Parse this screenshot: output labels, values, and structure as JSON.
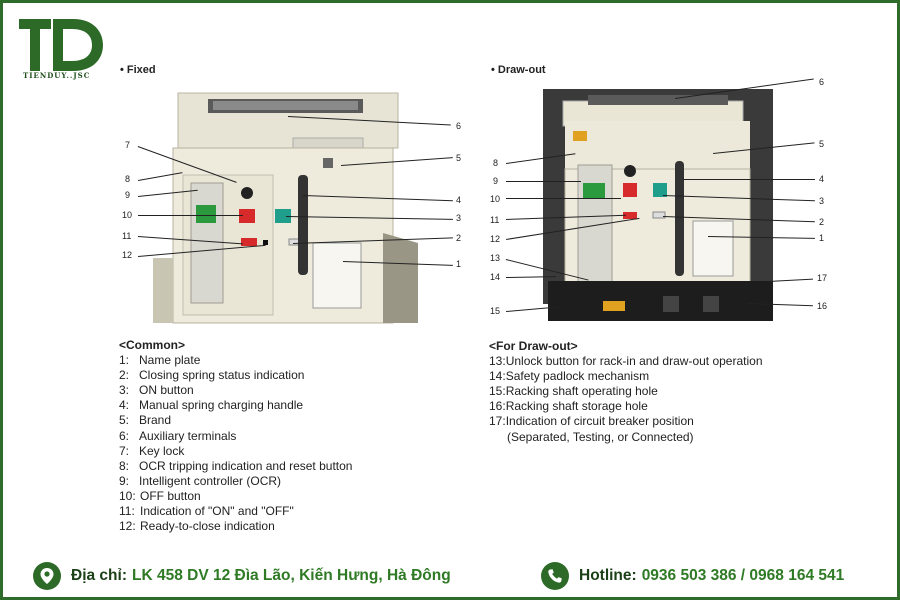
{
  "brand": {
    "logo_letters": "TD",
    "caption": "TIENDUY..JSC",
    "brand_color": "#2d6a27"
  },
  "fixed": {
    "title": "• Fixed"
  },
  "drawout": {
    "title": "• Draw-out"
  },
  "callouts_fixed": [
    "7",
    "8",
    "9",
    "10",
    "11",
    "12",
    "6",
    "5",
    "4",
    "3",
    "2",
    "1"
  ],
  "callouts_drawout": [
    "6",
    "5",
    "4",
    "3",
    "2",
    "1",
    "8",
    "9",
    "10",
    "11",
    "12",
    "13",
    "14",
    "15",
    "17",
    "16"
  ],
  "common": {
    "heading": "<Common>",
    "items": [
      {
        "num": "1:",
        "text": "Name plate"
      },
      {
        "num": "2:",
        "text": "Closing spring status indication"
      },
      {
        "num": "3:",
        "text": "ON button"
      },
      {
        "num": "4:",
        "text": "Manual spring charging handle"
      },
      {
        "num": "5:",
        "text": "Brand"
      },
      {
        "num": "6:",
        "text": "Auxiliary terminals"
      },
      {
        "num": "7:",
        "text": "Key lock"
      },
      {
        "num": "8:",
        "text": "OCR tripping indication and reset button"
      },
      {
        "num": "9:",
        "text": "Intelligent controller (OCR)"
      },
      {
        "num": "10:",
        "text": "OFF button"
      },
      {
        "num": "11:",
        "text": "Indication of \"ON\" and \"OFF\""
      },
      {
        "num": "12:",
        "text": "Ready-to-close indication"
      }
    ]
  },
  "drawout_list": {
    "heading": "<For Draw-out>",
    "items": [
      {
        "num": "13:",
        "text": "Unlock button for rack-in and draw-out operation"
      },
      {
        "num": "14:",
        "text": "Safety padlock mechanism"
      },
      {
        "num": "15:",
        "text": "Racking shaft operating hole"
      },
      {
        "num": "16:",
        "text": "Racking shaft storage hole"
      },
      {
        "num": "17:",
        "text": "Indication of circuit breaker position"
      },
      {
        "num": "",
        "text": "(Separated, Testing, or Connected)"
      }
    ]
  },
  "footer": {
    "address_label": "Địa chỉ:",
    "address_value": "LK 458 DV 12 Đìa Lão, Kiến Hưng, Hà Đông",
    "hotline_label": "Hotline:",
    "hotline_value": "0936 503 386 / 0968 164 541"
  }
}
